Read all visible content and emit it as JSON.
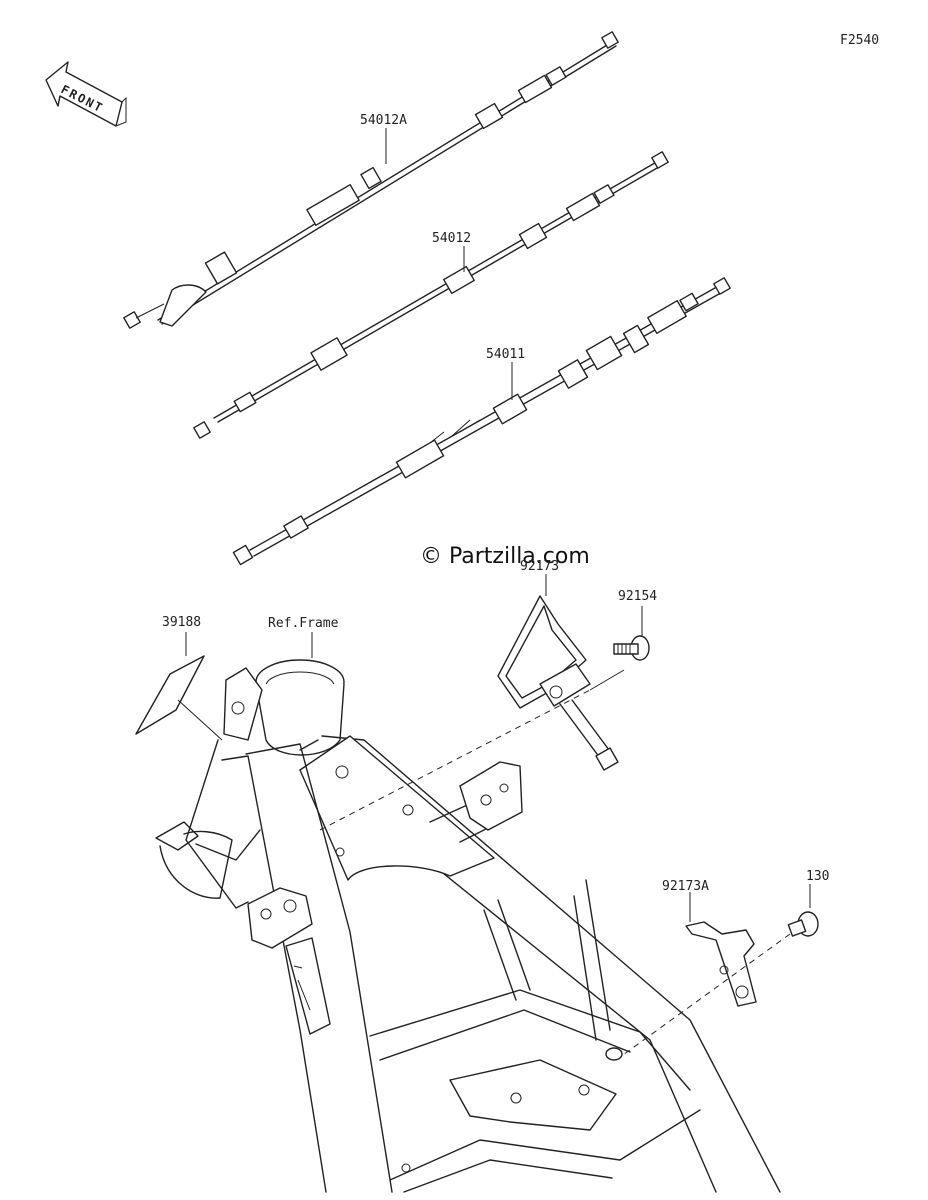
{
  "diagram": {
    "code": "F2540",
    "watermark": "© Partzilla.com",
    "front_label": "FRONT",
    "parts": {
      "cable_throttle_a": "54012A",
      "cable_throttle": "54012",
      "cable_clutch": "54011",
      "bracket_a": "92173",
      "bolt": "92154",
      "label_sticker": "39188",
      "ref_frame": "Ref.Frame",
      "bracket_b": "92173A",
      "bolt_flanged": "130"
    }
  }
}
